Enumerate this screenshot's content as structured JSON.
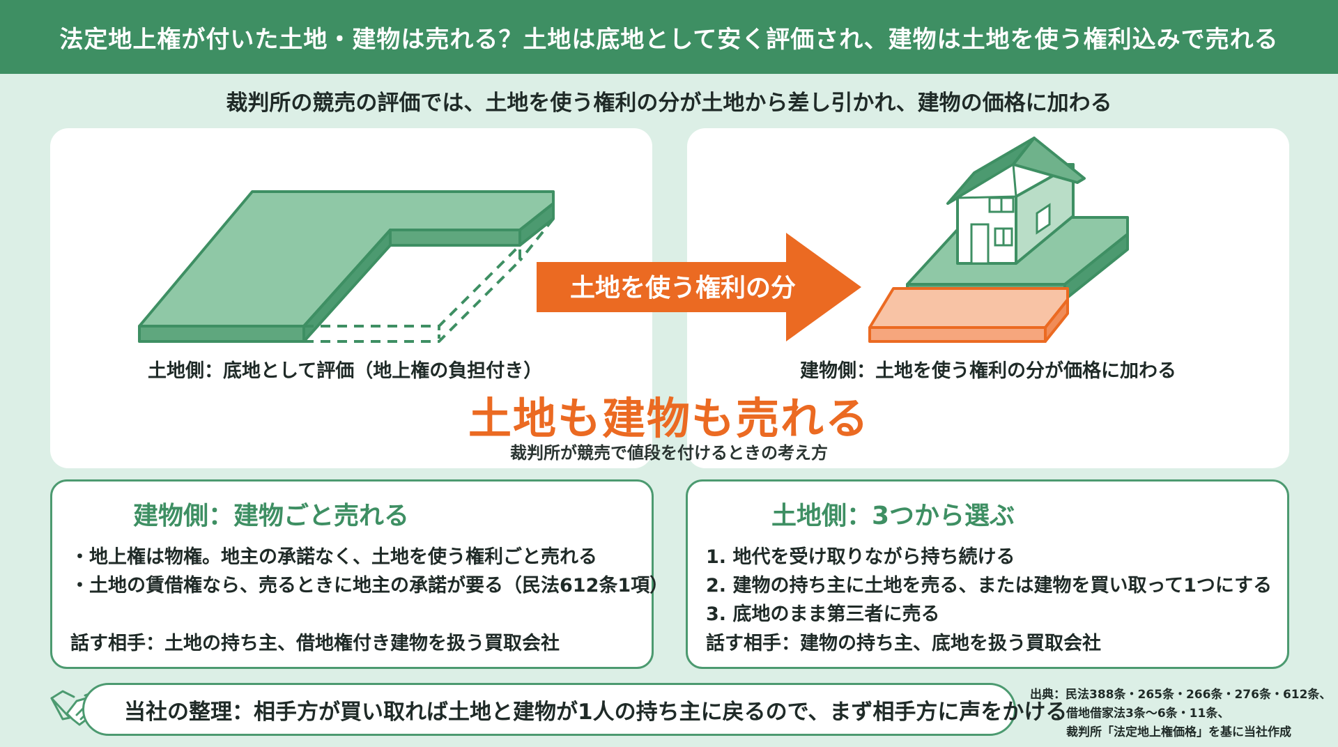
{
  "header": {
    "title": "法定地上権が付いた土地・建物は売れる？土地は底地として安く評価され、建物は土地を使う権利込みで売れる"
  },
  "subtitle": "裁判所の競売の評価では、土地を使う権利の分が土地から差し引かれ、建物の価格に加わる",
  "diagram": {
    "left_caption": "土地側：底地として評価（地上権の負担付き）",
    "arrow_label": "土地を使う権利の分",
    "right_caption": "建物側：土地を使う権利の分が価格に加わる",
    "center_title": "土地も建物も売れる",
    "center_subtitle": "裁判所が競売で値段を付けるときの考え方"
  },
  "building_box": {
    "icon": "house-key-icon",
    "title": "建物側：建物ごと売れる",
    "items": [
      "・地上権は物権。地主の承諾なく、土地を使う権利ごと売れる",
      "・土地の賃借権なら、売るときに地主の承諾が要る（民法612条1項）"
    ],
    "contact": "話す相手：土地の持ち主、借地権付き建物を扱う買取会社"
  },
  "land_box": {
    "icon": "land-parcel-icon",
    "title": "土地側：3つから選ぶ",
    "items": [
      "1.  地代を受け取りながら持ち続ける",
      "2.  建物の持ち主に土地を売る、または建物を買い取って1つにする",
      "3.  底地のまま第三者に売る"
    ],
    "contact": "話す相手：建物の持ち主、底地を扱う買取会社"
  },
  "bottom": {
    "icon": "handshake-icon",
    "text": "当社の整理：相手方が買い取れば土地と建物が1人の持ち主に戻るので、まず相手方に声をかける"
  },
  "source": {
    "lines": [
      "出典：民法388条・265条・266条・276条・612条、",
      "借地借家法3条〜6条・11条、",
      "裁判所「法定地上権価格」を基に当社作成"
    ]
  },
  "colors": {
    "green": "#3e8f63",
    "light_green": "#8fc8a6",
    "orange": "#eb6a22",
    "light_orange": "#f8c3a5",
    "background": "#dcefe6"
  }
}
